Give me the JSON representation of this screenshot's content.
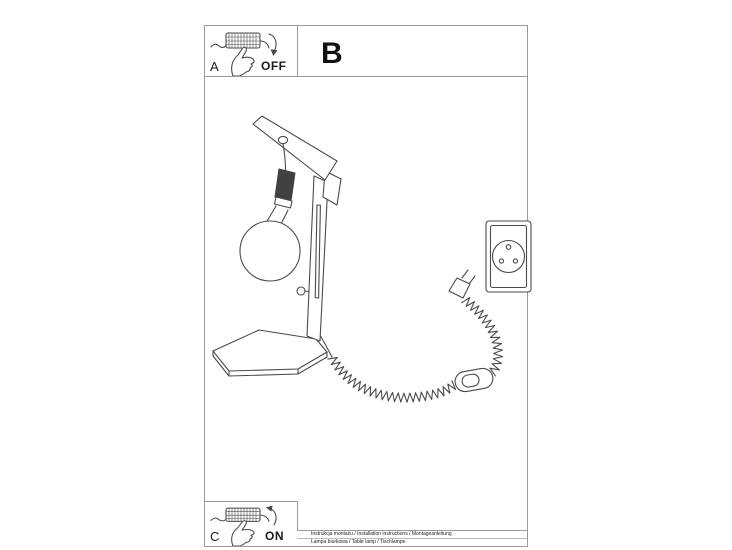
{
  "insets": {
    "a": {
      "label": "A",
      "state": "OFF"
    },
    "c": {
      "label": "C",
      "state": "ON"
    }
  },
  "main": {
    "section_label": "B"
  },
  "footer": {
    "line1": "Instrukcja montażu / Installation instructions / Montageanleitung",
    "line2": "Lampa biurkowa / Table lamp / Tischlampe"
  },
  "icons": {
    "inset_a": [
      "power-switch-icon",
      "pressing-hand-icon",
      "curved-arrow-down-icon"
    ],
    "inset_c": [
      "power-switch-icon",
      "pressing-hand-icon",
      "curved-arrow-up-icon"
    ],
    "diagram": [
      "table-lamp-drawing",
      "bulb-drawing",
      "coiled-cord-drawing",
      "inline-switch-drawing",
      "plug-drawing",
      "wall-socket-drawing"
    ]
  },
  "colors": {
    "background": "#ffffff",
    "page_border": "#9a9a9a",
    "line_art": "#4a4a4a",
    "socket_fill": "#414141"
  }
}
